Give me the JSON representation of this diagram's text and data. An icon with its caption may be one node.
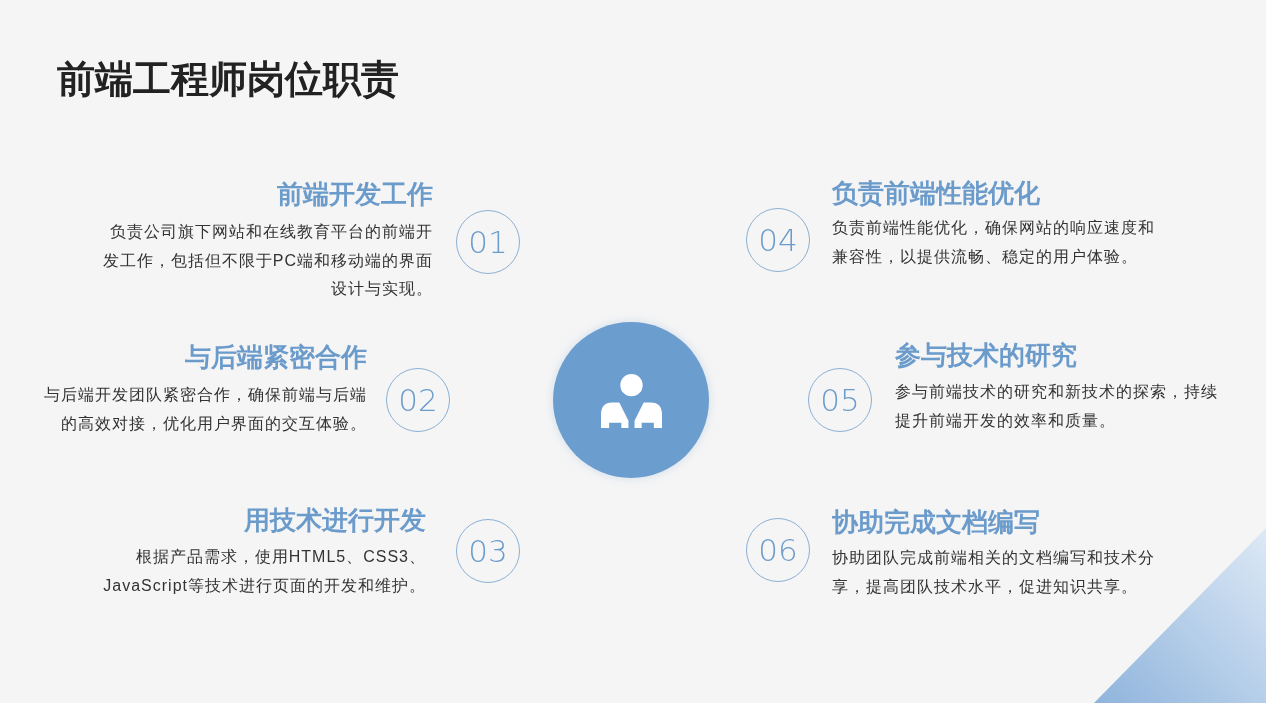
{
  "diagram": {
    "title": "前端工程师岗位职责",
    "nodes": [
      {
        "text": [
          "01"
        ],
        "beside": [
          "前端开发工作",
          "负责公司旗下网站和在线教育平台的前端开发工作，包括但不限于PC端和移动端的界面设计与实现。"
        ]
      },
      {
        "text": [
          "02"
        ],
        "beside": [
          "与后端紧密合作",
          "与后端开发团队紧密合作，确保前端与后端的高效对接，优化用户界面的交互体验。"
        ]
      },
      {
        "text": [
          "03"
        ],
        "beside": [
          "用技术进行开发",
          "根据产品需求，使用HTML5、CSS3、JavaScript等技术进行页面的开发和维护。"
        ]
      },
      {
        "text": [],
        "shape": "circle"
      },
      {
        "text": [
          "04"
        ],
        "beside": [
          "负责前端性能优化",
          "负责前端性能优化，确保网站的响应速度和兼容性，以提供流畅、稳定的用户体验。"
        ]
      },
      {
        "text": [
          "05"
        ],
        "beside": [
          "参与技术的研究",
          "参与前端技术的研究和新技术的探索，持续提升前端开发的效率和质量。"
        ]
      },
      {
        "text": [
          "06"
        ],
        "beside": [
          "协助完成文档编写",
          "协助团队完成前端相关的文档编写和技术分享，提高团队技术水平，促进知识共享。"
        ]
      }
    ]
  }
}
